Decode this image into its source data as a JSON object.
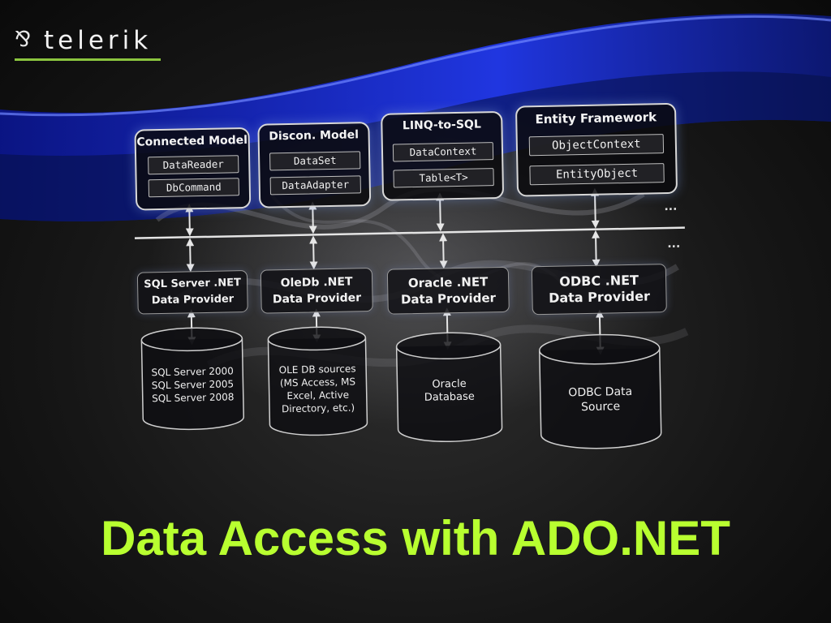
{
  "brand": {
    "logo_text": "telerik",
    "logo_mark": "⅋",
    "accent_color": "#8bc53f"
  },
  "top_layer": [
    {
      "title": "Connected Model",
      "items": [
        "DataReader",
        "DbCommand"
      ]
    },
    {
      "title": "Discon. Model",
      "items": [
        "DataSet",
        "DataAdapter"
      ]
    },
    {
      "title": "LINQ-to-SQL",
      "items": [
        "DataContext",
        "Table<T>"
      ]
    },
    {
      "title": "Entity Framework",
      "items": [
        "ObjectContext",
        "EntityObject"
      ]
    }
  ],
  "providers": [
    {
      "line1": "SQL Server .NET",
      "line2": "Data Provider"
    },
    {
      "line1": "OleDb .NET",
      "line2": "Data Provider"
    },
    {
      "line1": "Oracle .NET",
      "line2": "Data Provider"
    },
    {
      "line1": "ODBC .NET",
      "line2": "Data Provider"
    }
  ],
  "data_sources": [
    {
      "lines": [
        "SQL Server 2000",
        "SQL Server 2005",
        "SQL Server 2008"
      ]
    },
    {
      "lines": [
        "OLE DB sources",
        "(MS Access, MS",
        "Excel, Active",
        "Directory, etc.)"
      ]
    },
    {
      "lines": [
        "Oracle",
        "Database"
      ]
    },
    {
      "lines": [
        "ODBC Data",
        "Source"
      ]
    }
  ],
  "ellipsis": "...",
  "slide_title": "Data Access with ADO.NET",
  "colors": {
    "title": "#b8ff30",
    "wave": "#1a2fd6",
    "box_border": "#d8d8d8"
  }
}
